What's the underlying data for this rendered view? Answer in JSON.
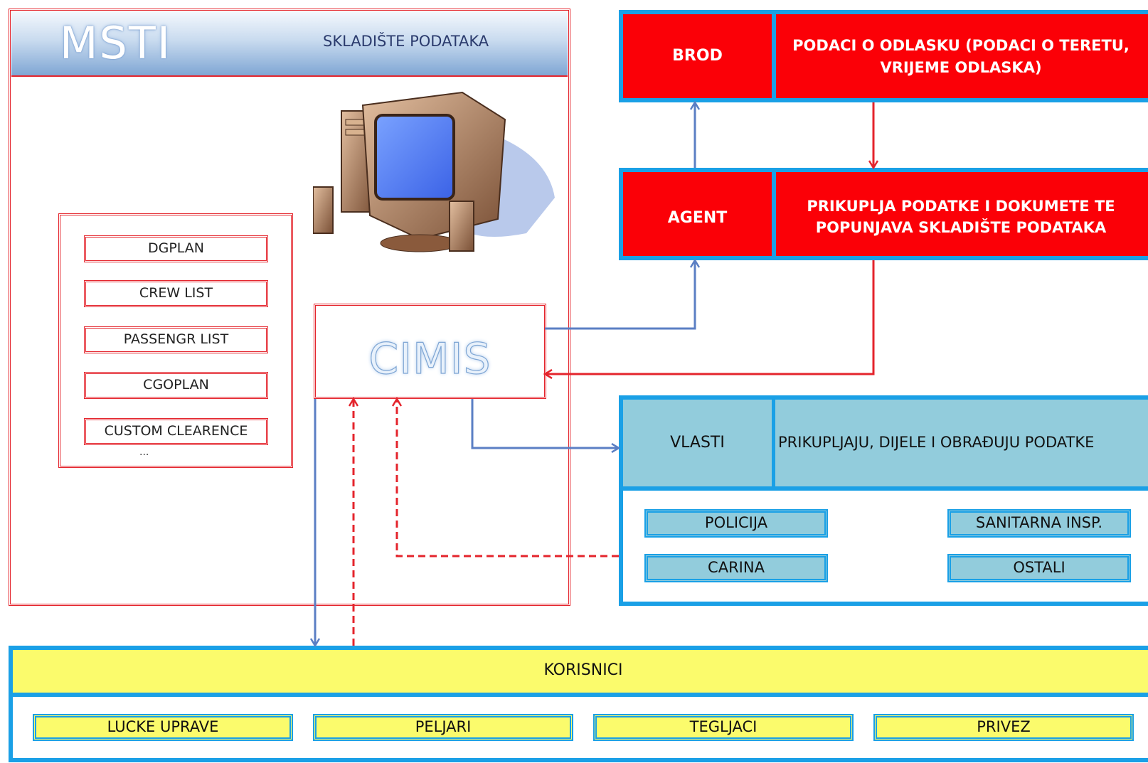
{
  "msti": {
    "title": "MSTI",
    "subtitle": "SKLADIŠTE PODATAKA"
  },
  "documents": [
    "DGPLAN",
    "CREW LIST",
    "PASSENGR LIST",
    "CGOPLAN",
    "CUSTOM CLEARENCE"
  ],
  "documents_more": "...",
  "cimis": {
    "label": "CIMIS"
  },
  "brod": {
    "label": "BROD",
    "description_line1": "PODACI O ODLASKU (PODACI O TERETU,",
    "description_line2": "VRIJEME ODLASKA)"
  },
  "agent": {
    "label": "AGENT",
    "description_line1": "PRIKUPLJA PODATKE I DOKUMETE TE",
    "description_line2": "POPUNJAVA SKLADIŠTE PODATAKA"
  },
  "vlasti": {
    "label": "VLASTI",
    "description": "PRIKUPLJAJU, DIJELE I OBRAĐUJU PODATKE",
    "members": [
      "POLICIJA",
      "SANITARNA INSP.",
      "CARINA",
      "OSTALI"
    ]
  },
  "korisnici": {
    "label": "KORISNICI",
    "members": [
      "LUCKE UPRAVE",
      "PELJARI",
      "TEGLJACI",
      "PRIVEZ"
    ]
  },
  "colors": {
    "red": "#fb0007",
    "blue_border": "#1aa0e6",
    "light_blue": "#92ccdc",
    "yellow": "#fbfb6c",
    "arrow_blue": "#5b7fc4",
    "arrow_red": "#e4242c"
  },
  "icons": {
    "computer": "desktop-computer-icon"
  }
}
